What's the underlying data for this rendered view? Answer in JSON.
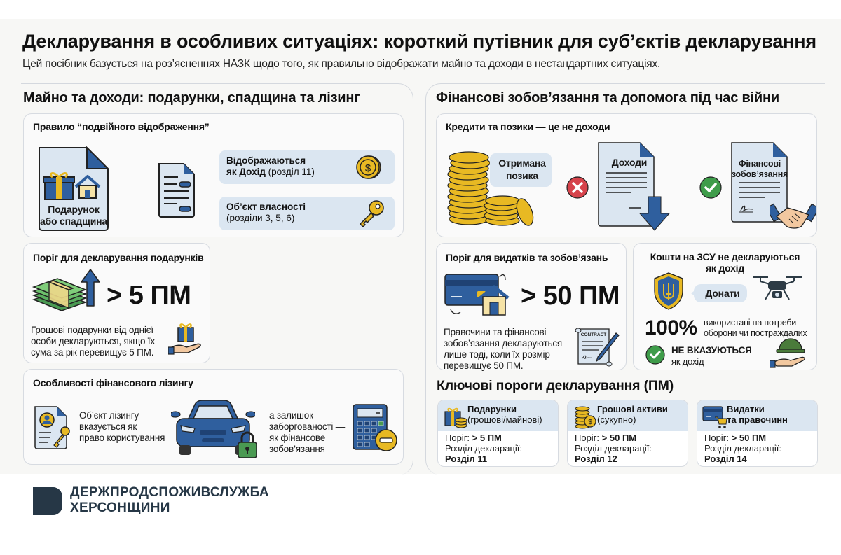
{
  "header": {
    "title": "Декларування в особливих ситуаціях: короткий путівник для суб’єктів декларування",
    "subtitle": "Цей посібник базується на роз’ясненнях НАЗК щодо того, як правильно відображати майно та доходи в нестандартних ситуаціях."
  },
  "left_section": {
    "title": "Майно та доходи: подарунки, спадщина та лізинг",
    "dual_rule": {
      "title": "Правило “подвійного відображення”",
      "doc_label_line1": "Подарунок",
      "doc_label_line2": "або спадщина",
      "pill_income_bold1": "Відображаються",
      "pill_income_bold2": "як Дохід",
      "pill_income_rest": " (розділ 11)",
      "pill_property_bold": "Об’єкт власності",
      "pill_property_rest": "(розділи 3, 5, 6)",
      "icons": [
        "gift-icon",
        "house-icon",
        "document-icon",
        "coin-dollar-icon",
        "key-icon"
      ]
    },
    "gift_threshold": {
      "title": "Поріг для декларування подарунків",
      "value": "> 5 ПМ",
      "desc_line1": "Грошові подарунки від однієї",
      "desc_line2": "особи декларуються, якщо їх",
      "desc_line3": "сума за рік перевищує 5 ПМ.",
      "icons": [
        "money-stack-icon",
        "arrow-up-icon",
        "gift-hand-icon"
      ]
    },
    "leasing": {
      "title": "Особливості фінансового лізингу",
      "text1_line1": "Об’єкт лізингу",
      "text1_line2": "вказується як",
      "text1_line3": "право користування",
      "text2_line1": "а залишок",
      "text2_line2": "заборгованості —",
      "text2_line3": "як фінансове",
      "text2_line4": "зобов’язання",
      "icons": [
        "contract-key-icon",
        "car-icon",
        "lock-icon",
        "calculator-icon",
        "minus-circle-icon"
      ]
    }
  },
  "right_section": {
    "title": "Фінансові зобов’язання та допомога під час війни",
    "loans": {
      "title": "Кредити та позики — це не доходи",
      "loan_label_line1": "Отримана",
      "loan_label_line2": "позика",
      "income_doc": "Доходи",
      "liab_doc_line1": "Фінансові",
      "liab_doc_line2": "зобов’язання",
      "icons": [
        "coins-stack-icon",
        "x-circle-icon",
        "document-down-icon",
        "check-circle-icon",
        "handshake-icon"
      ]
    },
    "expense_threshold": {
      "title": "Поріг для видатків та зобов’язань",
      "value": "> 50 ПМ",
      "desc_line1": "Правочини та фінансові",
      "desc_line2": "зобов’язання декларуються",
      "desc_line3": "лише тоді, коли їх розмір",
      "desc_line4": "перевищує 50 ПМ.",
      "contract_label": "CONTRACT",
      "icons": [
        "card-house-icon",
        "contract-pen-icon"
      ]
    },
    "zsu": {
      "title_line1": "Кошти на ЗСУ не декларуються",
      "title_line2": "як дохід",
      "donate": "Донати",
      "percent": "100%",
      "percent_desc1": "використані на потреби",
      "percent_desc2": "оборони чи постраждалих",
      "not_shown_bold": "НЕ ВКАЗУЮТЬСЯ",
      "not_shown_rest": "як дохід",
      "icons": [
        "trident-shield-icon",
        "drone-icon",
        "check-circle-icon",
        "helmet-hand-icon"
      ]
    },
    "key_thresholds": {
      "title": "Ключові пороги декларування (ПМ)",
      "cards": [
        {
          "name_bold": "Подарунки",
          "name_rest": "(грошові/майнові)",
          "threshold_label": "Поріг: ",
          "threshold_value": "> 5 ПМ",
          "section_label": "Розділ декларації:",
          "section_value": "Розділ 11",
          "icon": "gift-coins-icon"
        },
        {
          "name_bold": "Грошові активи",
          "name_rest": "(сукупно)",
          "threshold_label": "Поріг: ",
          "threshold_value": "> 50 ПМ",
          "section_label": "Розділ декларації:",
          "section_value": "Розділ 12",
          "icon": "coins-dollar-icon"
        },
        {
          "name_bold": "Видатки",
          "name_rest": "та правочинн",
          "threshold_label": "Поріг: ",
          "threshold_value": "> 50 ПМ",
          "section_label": "Розділ декларації:",
          "section_value": "Розділ 14",
          "icon": "card-cart-icon"
        }
      ]
    }
  },
  "footer": {
    "org_line1": "ДЕРЖПРОДСПОЖИВСЛУЖБА",
    "org_line2": "ХЕРСОНЩИНИ"
  },
  "colors": {
    "blue": "#2f5f9e",
    "light_blue": "#dbe6f1",
    "gold": "#e8b923",
    "green": "#3e9c4a",
    "red": "#d6434b",
    "dark": "#263746",
    "background": "#f7f7f5"
  }
}
